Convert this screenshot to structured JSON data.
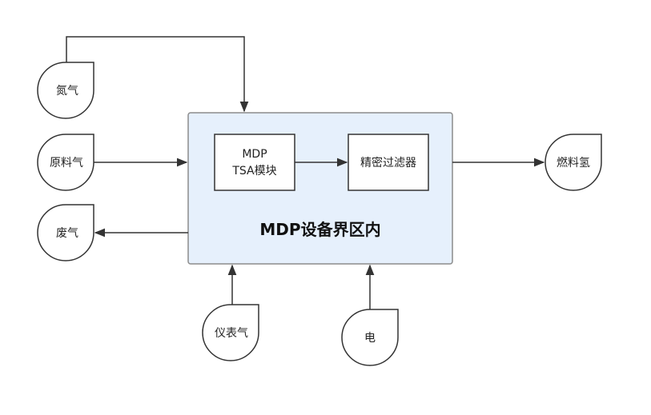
{
  "colors": {
    "boundary_fill": "#e6f0fc",
    "boundary_stroke": "#8c8c8c",
    "box_fill": "#ffffff",
    "line": "#333333"
  },
  "boundary": {
    "title": "MDP设备界区内"
  },
  "modules": {
    "tsa": {
      "line1": "MDP",
      "line2": "TSA模块"
    },
    "filter": {
      "label": "精密过滤器"
    }
  },
  "streams": {
    "nitrogen": "氮气",
    "feed_gas": "原料气",
    "waste_gas": "废气",
    "instrument_air": "仪表气",
    "electricity": "电",
    "fuel_hydrogen": "燃料氢"
  }
}
